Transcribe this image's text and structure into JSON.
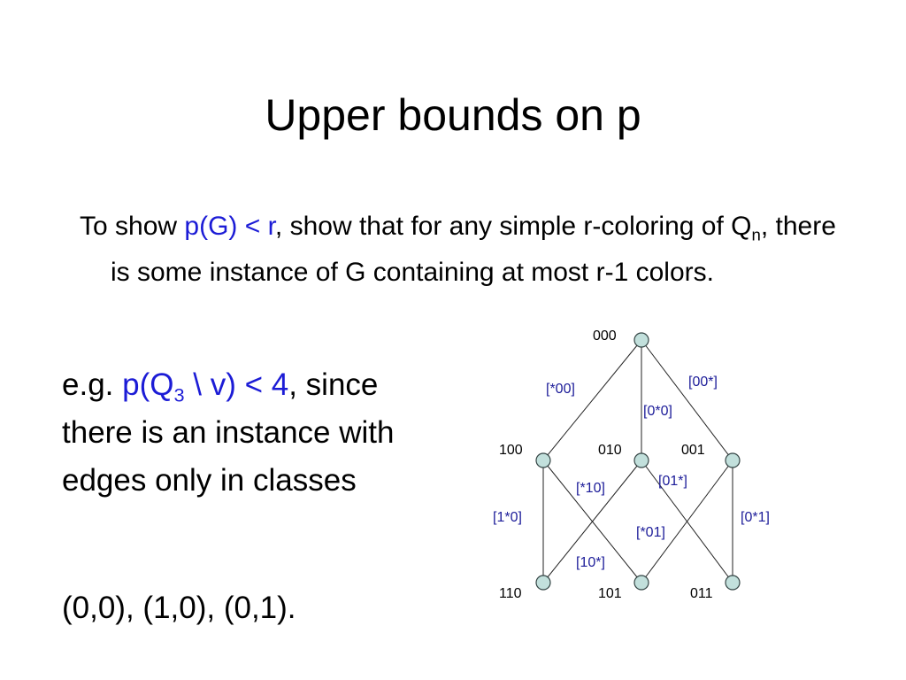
{
  "title": "Upper bounds on p",
  "bullet": {
    "prefix": "To show ",
    "condition": "p(G) < r",
    "middle": ", show that for any simple r-coloring of Q",
    "subscript": "n",
    "suffix": ", there is some instance of G containing at most r-1 colors."
  },
  "example": {
    "prefix": "e.g. ",
    "expr_start": "p(Q",
    "expr_sub": "3",
    "expr_end": " \\ v) < 4",
    "suffix": ", since there is an instance with edges only in classes"
  },
  "pairs": "(0,0), (1,0), (0,1).",
  "diagram": {
    "vertices": {
      "v000": "000",
      "v100": "100",
      "v010": "010",
      "v001": "001",
      "v110": "110",
      "v101": "101",
      "v011": "011"
    },
    "edges": {
      "e_000_100": "[*00]",
      "e_000_010": "[0*0]",
      "e_000_001": "[00*]",
      "e_100_110": "[1*0]",
      "e_100_101": "[10*]",
      "e_010_110": "[*10]",
      "e_010_011": "[01*]",
      "e_001_101": "[*01]",
      "e_001_011": "[0*1]"
    }
  }
}
